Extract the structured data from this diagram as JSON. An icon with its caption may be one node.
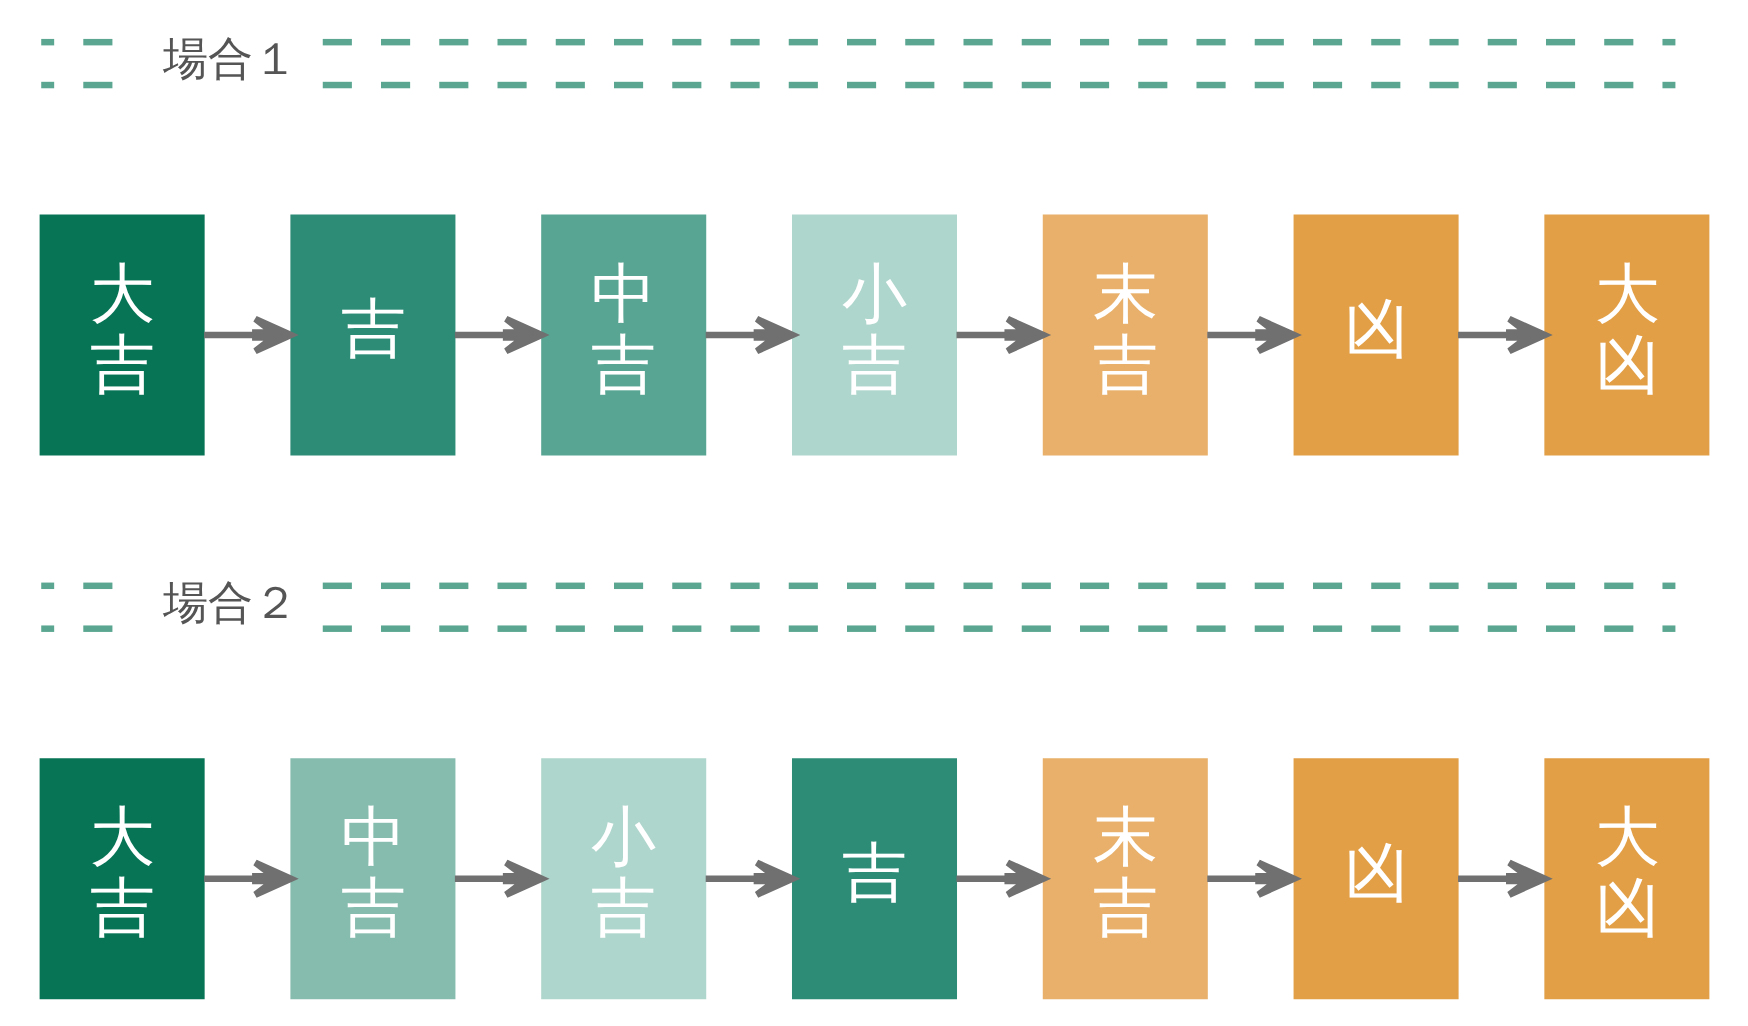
{
  "diagram": {
    "nodes": [
      {
        "text": [
          "大吉"
        ]
      },
      {
        "text": [
          "吉"
        ]
      },
      {
        "text": [
          "中吉"
        ]
      },
      {
        "text": [
          "小吉"
        ]
      },
      {
        "text": [
          "末吉"
        ]
      },
      {
        "text": [
          "凶"
        ]
      },
      {
        "text": [
          "大凶"
        ]
      },
      {
        "text": [
          "大吉"
        ]
      },
      {
        "text": [
          "中吉"
        ]
      },
      {
        "text": [
          "小吉"
        ]
      },
      {
        "text": [
          "吉"
        ]
      },
      {
        "text": [
          "末吉"
        ]
      },
      {
        "text": [
          "凶"
        ]
      },
      {
        "text": [
          "大凶"
        ]
      }
    ],
    "edges": [
      {
        "from": 0,
        "to": 1,
        "arrow": "to"
      },
      {
        "from": 1,
        "to": 2,
        "arrow": "to"
      },
      {
        "from": 2,
        "to": 3,
        "arrow": "to"
      },
      {
        "from": 3,
        "to": 4,
        "arrow": "to"
      },
      {
        "from": 4,
        "to": 5,
        "arrow": "to"
      },
      {
        "from": 5,
        "to": 6,
        "arrow": "to"
      },
      {
        "from": 7,
        "to": 8,
        "arrow": "to"
      },
      {
        "from": 8,
        "to": 9,
        "arrow": "to"
      },
      {
        "from": 9,
        "to": 10,
        "arrow": "to"
      },
      {
        "from": 10,
        "to": 11,
        "arrow": "to"
      },
      {
        "from": 11,
        "to": 12,
        "arrow": "to"
      },
      {
        "from": 12,
        "to": 13,
        "arrow": "to"
      }
    ],
    "labels": [
      "場合１",
      "場合２"
    ]
  }
}
